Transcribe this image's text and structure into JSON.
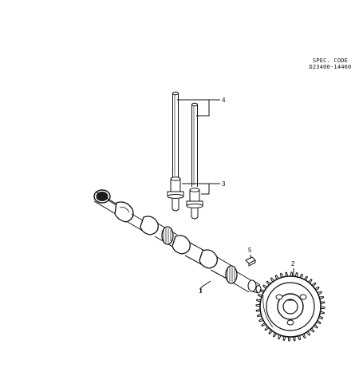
{
  "spec_code": {
    "label": "SPEC. CODE",
    "value": "D23400-14460"
  },
  "callouts": {
    "camshaft": "1",
    "cam_gear": "2",
    "tappet": "3",
    "push_rod": "4",
    "key": "5"
  }
}
